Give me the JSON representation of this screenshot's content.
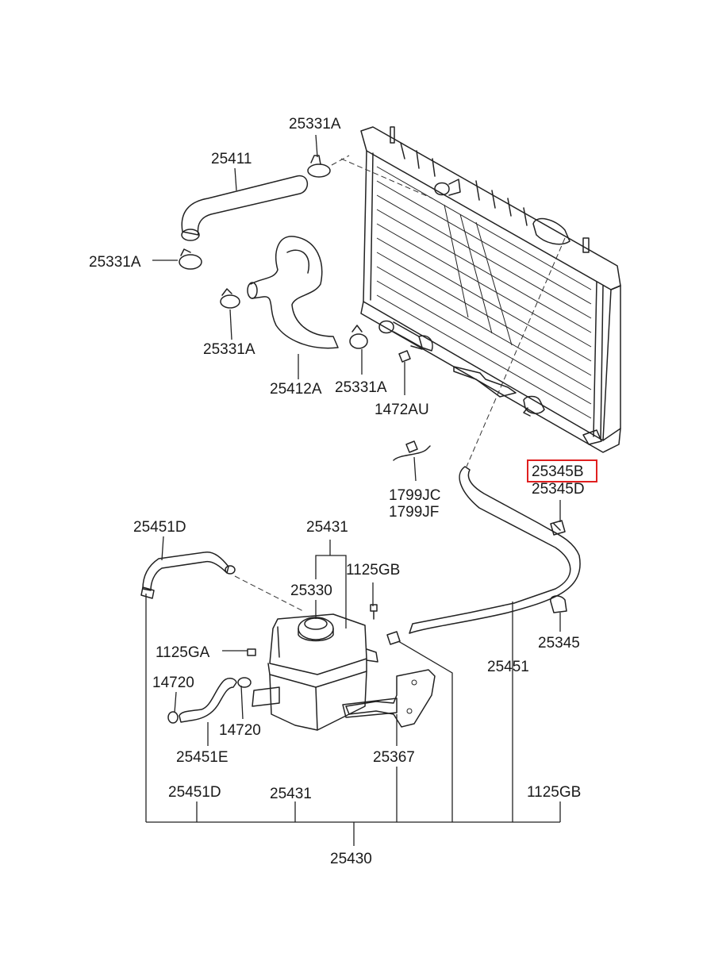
{
  "highlight_color": "#e02020",
  "labels": {
    "clamp_top": "25331A",
    "hose_upper": "25411",
    "clamp_left": "25331A",
    "clamp_mid": "25331A",
    "hose_lower": "25412A",
    "clamp_bottom": "25331A",
    "bolt_radiator": "1472AU",
    "clip_1": "1799JC",
    "clip_2": "1799JF",
    "part_highlighted": "25345B",
    "part_b": "25345D",
    "hose_overflow": "25451D",
    "reservoir": "25431",
    "cap": "25330",
    "bolt_reservoir": "1125GB",
    "bolt_small": "1125GA",
    "clamp_14720_a": "14720",
    "clamp_14720_b": "14720",
    "hose_e": "25451E",
    "clip_25345": "25345",
    "hose_main": "25451",
    "bracket": "25367",
    "assy_25451d": "25451D",
    "assy_25431": "25431",
    "assy_1125gb": "1125GB",
    "assembly": "25430"
  }
}
